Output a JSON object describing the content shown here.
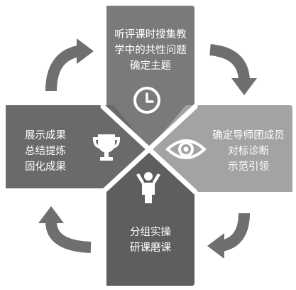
{
  "diagram": {
    "colors": {
      "panel_top": "#7a7a7a",
      "panel_right": "#a3a3a3",
      "panel_bottom": "#5e5e5e",
      "panel_left": "#6a6a6a",
      "arrow": "#6f6f6f",
      "center": "#ffffff",
      "text": "#ffffff"
    },
    "steps": [
      {
        "position": "top",
        "lines": [
          "听评课时搜集教",
          "学中的共性问题",
          "确定主题"
        ],
        "icon": "clock-icon"
      },
      {
        "position": "right",
        "lines": [
          "确定导师团成员",
          "对标诊断",
          "示范引领"
        ],
        "icon": "eye-icon"
      },
      {
        "position": "bottom",
        "lines": [
          "分组实操",
          "研课磨课"
        ],
        "icon": "person-icon"
      },
      {
        "position": "left",
        "lines": [
          "展示成果",
          "总结提炼",
          "固化成果"
        ],
        "icon": "trophy-icon"
      }
    ],
    "flow_arrows": [
      "clockwise-arrow-icon",
      "clockwise-arrow-icon",
      "clockwise-arrow-icon",
      "clockwise-arrow-icon"
    ]
  }
}
